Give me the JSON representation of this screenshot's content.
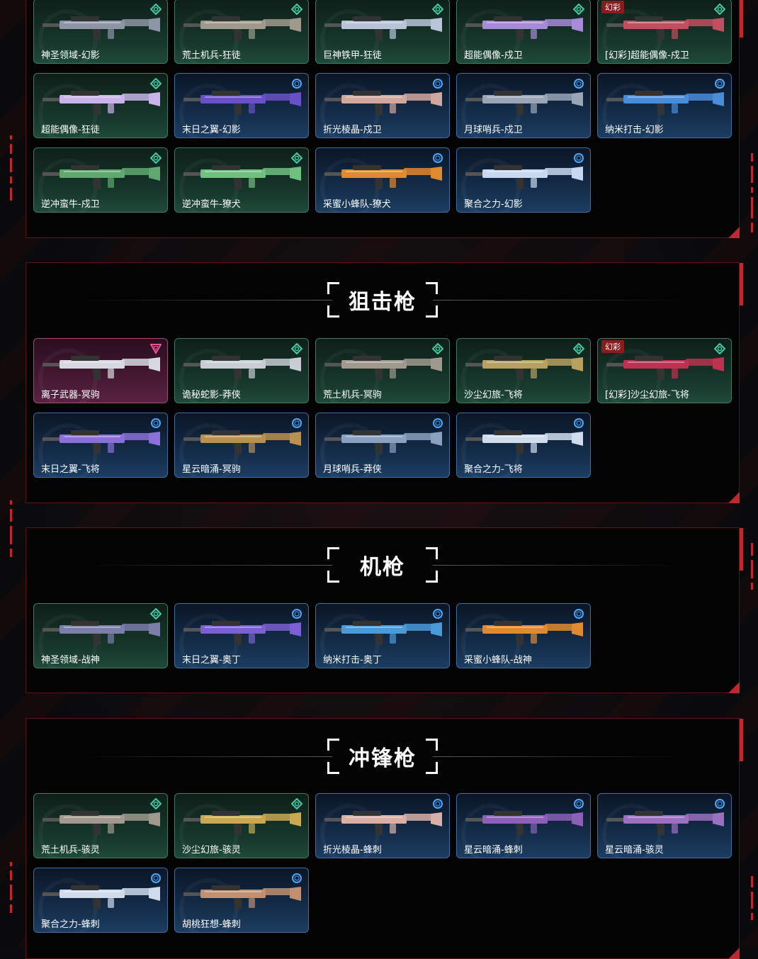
{
  "colors": {
    "accent_red": "#c02830",
    "green_tier": "#3ecfa6",
    "blue_tier": "#4aa8ff",
    "pink_tier": "#e8559a"
  },
  "badge_label": "幻彩",
  "sections": [
    {
      "id": "rifle",
      "title": "",
      "cards": [
        {
          "label": "神圣领域-幻影",
          "tier": "green",
          "gun": "#8e95a6"
        },
        {
          "label": "荒土机兵-狂徒",
          "tier": "green",
          "gun": "#a09a8e"
        },
        {
          "label": "巨神铁甲-狂徒",
          "tier": "green",
          "gun": "#b8c4d8"
        },
        {
          "label": "超能偶像-戍卫",
          "tier": "green",
          "gun": "#a78ad8"
        },
        {
          "label": "[幻彩]超能偶像-戍卫",
          "tier": "green",
          "gun": "#c05060",
          "badge": true
        },
        {
          "label": "超能偶像-狂徒",
          "tier": "green",
          "gun": "#c8b4e8"
        },
        {
          "label": "末日之翼-幻影",
          "tier": "blue",
          "gun": "#6a50c8"
        },
        {
          "label": "折光棱晶-戍卫",
          "tier": "blue",
          "gun": "#d0a8a0"
        },
        {
          "label": "月球哨兵-戍卫",
          "tier": "blue",
          "gun": "#9aa6b8"
        },
        {
          "label": "纳米打击-幻影",
          "tier": "blue",
          "gun": "#4a8cd8"
        },
        {
          "label": "逆冲蛮牛-戍卫",
          "tier": "green",
          "gun": "#60a870"
        },
        {
          "label": "逆冲蛮牛-獠犬",
          "tier": "green",
          "gun": "#70c080"
        },
        {
          "label": "采蜜小蜂队-獠犬",
          "tier": "blue",
          "gun": "#e08a30"
        },
        {
          "label": "聚合之力-幻影",
          "tier": "blue",
          "gun": "#c8d8f0"
        }
      ]
    },
    {
      "id": "sniper",
      "title": "狙击枪",
      "cards": [
        {
          "label": "离子武器-冥驹",
          "tier": "pink",
          "gun": "#d8d8e0"
        },
        {
          "label": "诡秘蛇影-莽侠",
          "tier": "green",
          "gun": "#c8ccd4"
        },
        {
          "label": "荒土机兵-冥驹",
          "tier": "green",
          "gun": "#a09a8e"
        },
        {
          "label": "沙尘幻旅-飞将",
          "tier": "green",
          "gun": "#b8a060"
        },
        {
          "label": "[幻彩]沙尘幻旅-飞将",
          "tier": "green",
          "gun": "#c03050",
          "badge": true
        },
        {
          "label": "末日之翼-飞将",
          "tier": "blue",
          "gun": "#8a70d8"
        },
        {
          "label": "星云暗涌-冥驹",
          "tier": "blue",
          "gun": "#b89050"
        },
        {
          "label": "月球哨兵-莽侠",
          "tier": "blue",
          "gun": "#8aa0c0"
        },
        {
          "label": "聚合之力-飞将",
          "tier": "blue",
          "gun": "#d0dcec"
        }
      ]
    },
    {
      "id": "mg",
      "title": "机枪",
      "cards": [
        {
          "label": "神圣领域-战神",
          "tier": "green",
          "gun": "#7a7ea8"
        },
        {
          "label": "末日之翼-奥丁",
          "tier": "blue",
          "gun": "#7a60d0"
        },
        {
          "label": "纳米打击-奥丁",
          "tier": "blue",
          "gun": "#4a9ad8"
        },
        {
          "label": "采蜜小蜂队-战神",
          "tier": "blue",
          "gun": "#e08a30"
        }
      ]
    },
    {
      "id": "smg",
      "title": "冲锋枪",
      "cards": [
        {
          "label": "荒土机兵-骇灵",
          "tier": "green",
          "gun": "#a09a8e"
        },
        {
          "label": "沙尘幻旅-骇灵",
          "tier": "green",
          "gun": "#c8a850"
        },
        {
          "label": "折光棱晶-蜂刺",
          "tier": "blue",
          "gun": "#d8b0a8"
        },
        {
          "label": "星云暗涌-蜂刺",
          "tier": "blue",
          "gun": "#8a60b8"
        },
        {
          "label": "星云暗涌-骇灵",
          "tier": "blue",
          "gun": "#9a70c0"
        },
        {
          "label": "聚合之力-蜂刺",
          "tier": "blue",
          "gun": "#d0dcec"
        },
        {
          "label": "胡桃狂想-蜂刺",
          "tier": "blue",
          "gun": "#c09070"
        }
      ]
    }
  ]
}
